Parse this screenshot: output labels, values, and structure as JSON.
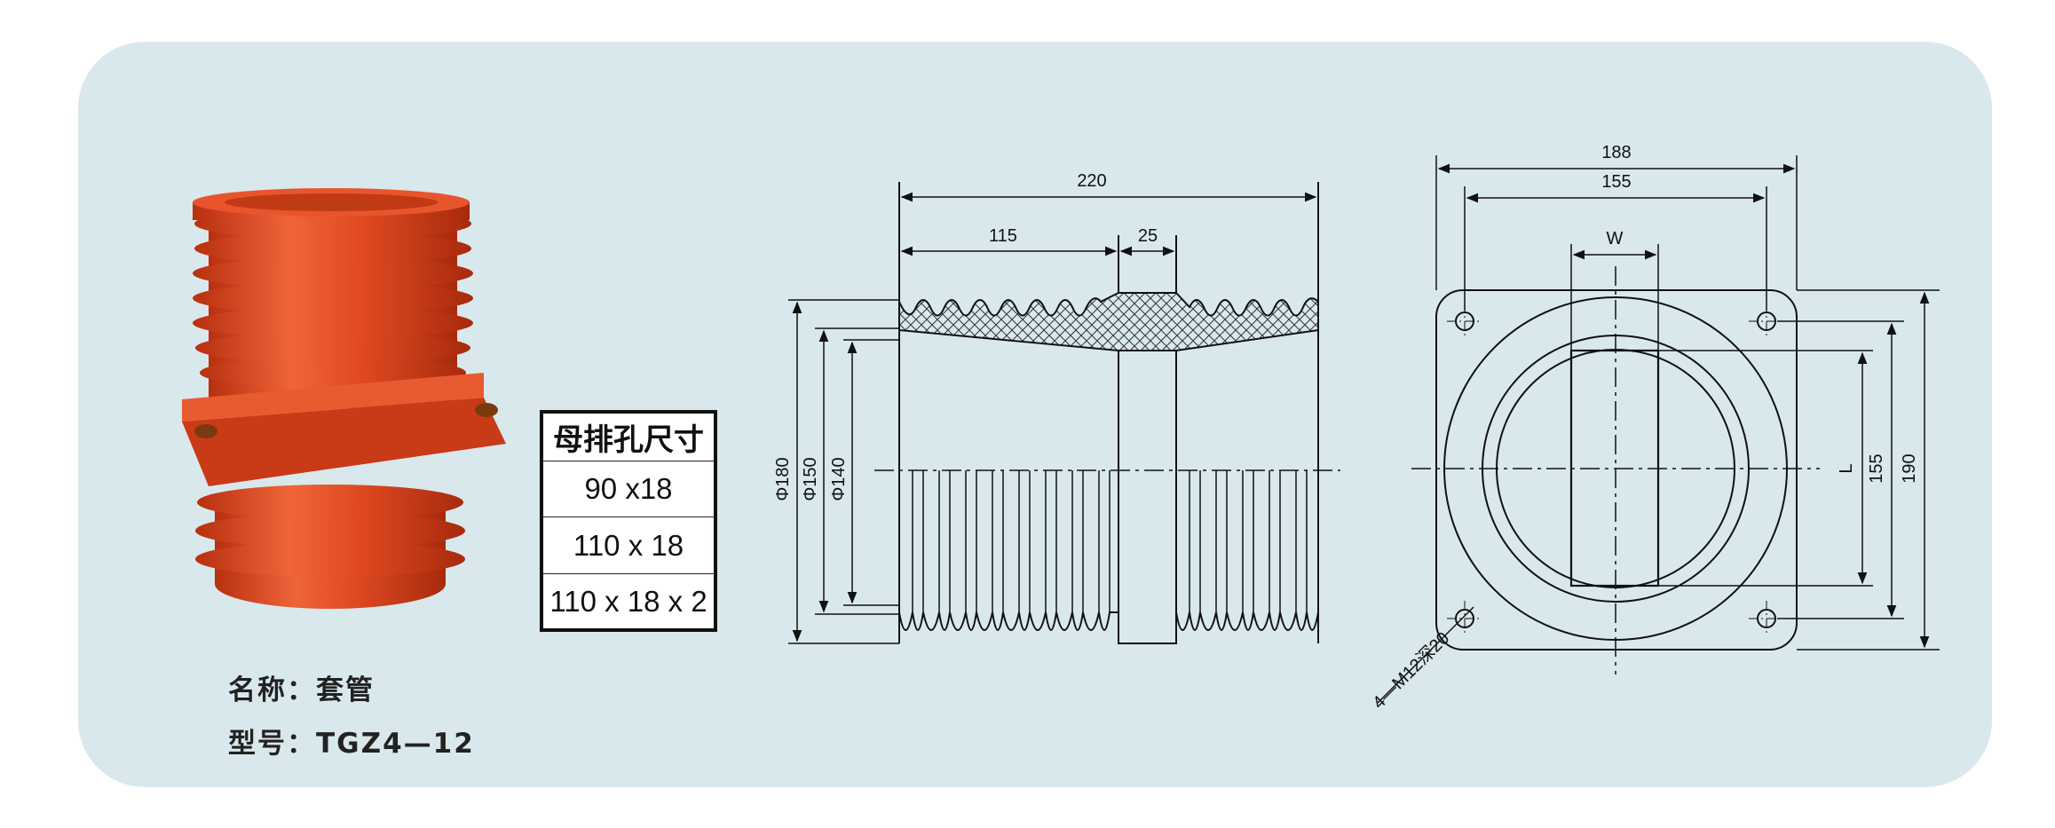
{
  "busbar_table": {
    "header": "母排孔尺寸",
    "rows": [
      "90 x18",
      "110 x 18",
      "110 x 18 x 2"
    ]
  },
  "product": {
    "name_line": "名称：套管",
    "model_line": "型号：TGZ4—12"
  },
  "side_view": {
    "dim_total": "220",
    "dim_left": "115",
    "dim_flange": "25",
    "dia_outer": "Φ180",
    "dia_mid": "Φ150",
    "dia_inner": "Φ140"
  },
  "front_view": {
    "dim_outer_width": "188",
    "dim_hole_spacing_w": "155",
    "dim_busbar_w": "W",
    "dim_busbar_l": "L",
    "dim_hole_spacing_h": "155",
    "dim_outer_height": "190",
    "hole_callout": "4—M12深20"
  },
  "colors": {
    "panel": "#d9e8ec",
    "insulator": "#d9421e",
    "line": "#111111"
  }
}
